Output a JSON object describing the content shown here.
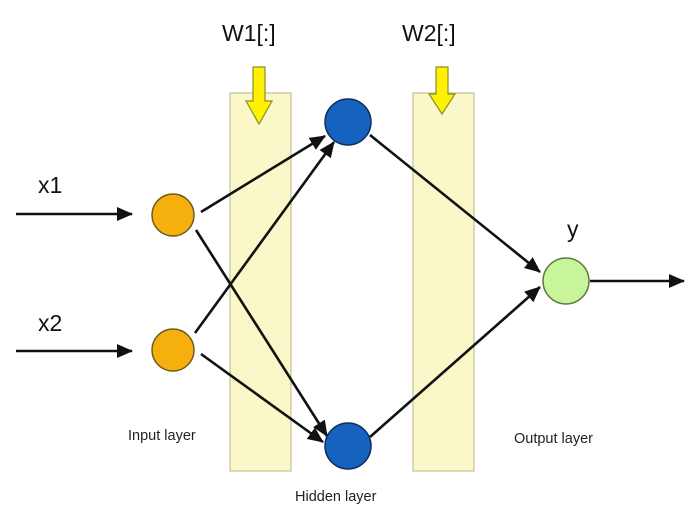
{
  "diagram": {
    "inputs": [
      "x1",
      "x2"
    ],
    "output": "y",
    "weights": [
      "W1[:]",
      "W2[:]"
    ],
    "layers": {
      "input": "Input layer",
      "hidden": "Hidden layer",
      "output": "Output layer"
    },
    "colors": {
      "input_node": "#F5B00E",
      "hidden_node": "#1663BF",
      "output_node": "#C9F59A",
      "weight_band": "#FAF7C8",
      "weight_arrow": "#FFF200"
    }
  }
}
